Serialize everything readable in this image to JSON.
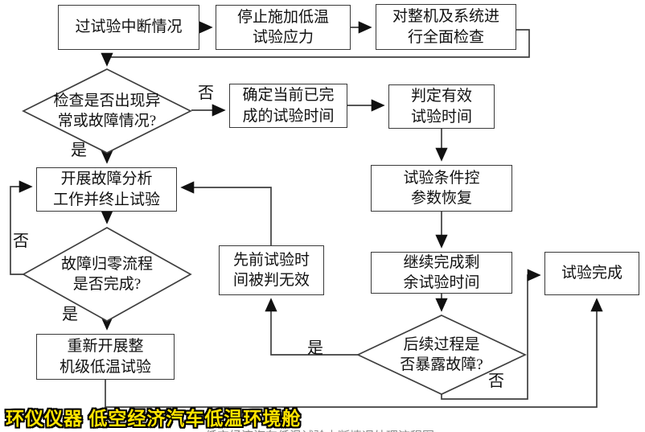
{
  "flowchart": {
    "nodes": {
      "interrupt": {
        "line1": "过试验中断情况"
      },
      "stop_stress": {
        "line1": "停止施加低温",
        "line2": "试验应力"
      },
      "full_inspection": {
        "line1": "对整机及系统进",
        "line2": "行全面检查"
      },
      "decision_abnormal": {
        "line1": "检查是否出现异",
        "line2": "常或故障情况?"
      },
      "confirm_time": {
        "line1": "确定当前已完",
        "line2": "成的试验时间"
      },
      "judge_valid_time": {
        "line1": "判定有效",
        "line2": "试验时间"
      },
      "fault_analysis": {
        "line1": "开展故障分析",
        "line2": "工作并终止试验"
      },
      "decision_zeroing": {
        "line1": "故障归零流程",
        "line2": "是否完成?"
      },
      "prev_time_invalid": {
        "line1": "先前试验时",
        "line2": "间被判无效"
      },
      "restore_params": {
        "line1": "试验条件控",
        "line2": "参数恢复"
      },
      "continue_remaining": {
        "line1": "继续完成剩",
        "line2": "余试验时间"
      },
      "decision_fault_exposed": {
        "line1": "后续过程是",
        "line2": "否暴露故障?"
      },
      "test_complete": {
        "line1": "试验完成"
      },
      "restart_test": {
        "line1": "重新开展整",
        "line2": "机级低温试验"
      }
    },
    "branch_labels": {
      "no1": "否",
      "yes1": "是",
      "no2": "否",
      "yes2": "是",
      "yes3": "是",
      "no3": "否"
    },
    "watermark": "环仪仪器 低空经济汽车低温环境舱",
    "partial_caption": "低空经济汽车低温试验中断情况处理流程图",
    "colors": {
      "line": "#3f3f3f",
      "node_border": "#3a3a3a",
      "node_fill": "#ffffff",
      "watermark_fill": "#ffe400",
      "watermark_outline": "#000000"
    }
  }
}
